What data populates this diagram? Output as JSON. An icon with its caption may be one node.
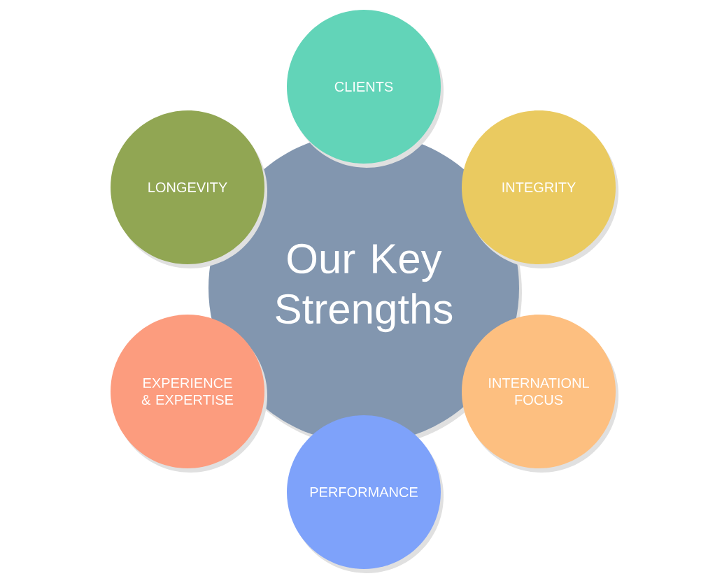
{
  "diagram": {
    "nodes": [
      {
        "text": [
          "Our Key Strengths"
        ]
      },
      {
        "text": [
          "CLIENTS"
        ]
      },
      {
        "text": [
          "INTEGRITY"
        ]
      },
      {
        "text": [
          "INTERNATIONL FOCUS"
        ]
      },
      {
        "text": [
          "PERFORMANCE"
        ]
      },
      {
        "text": [
          "EXPERIENCE & EXPERTISE"
        ]
      },
      {
        "text": [
          "LONGEVITY"
        ]
      }
    ]
  }
}
